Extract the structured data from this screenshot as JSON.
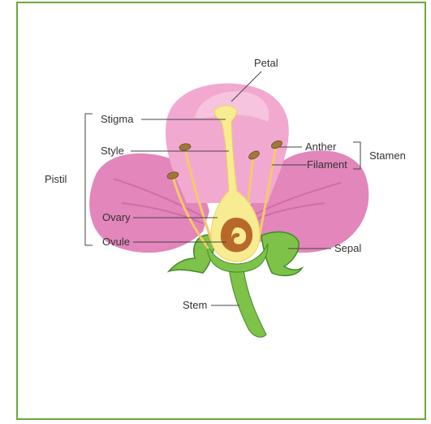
{
  "labels": {
    "petal": "Petal",
    "stigma": "Stigma",
    "style": "Style",
    "pistil": "Pistil",
    "anther": "Anther",
    "filament": "Filament",
    "stamen": "Stamen",
    "ovary": "Ovary",
    "ovule": "Ovule",
    "sepal": "Sepal",
    "stem": "Stem"
  },
  "colors": {
    "border": "#6aaa3a",
    "petal_light": "#f2a9d0",
    "petal_mid": "#e286bb",
    "petal_dark": "#c8559c",
    "pistil": "#f7ec92",
    "pistil_edge": "#e8d65a",
    "ovule": "#b8692a",
    "stem": "#7fc24a",
    "stem_dark": "#3f8a2a"
  }
}
